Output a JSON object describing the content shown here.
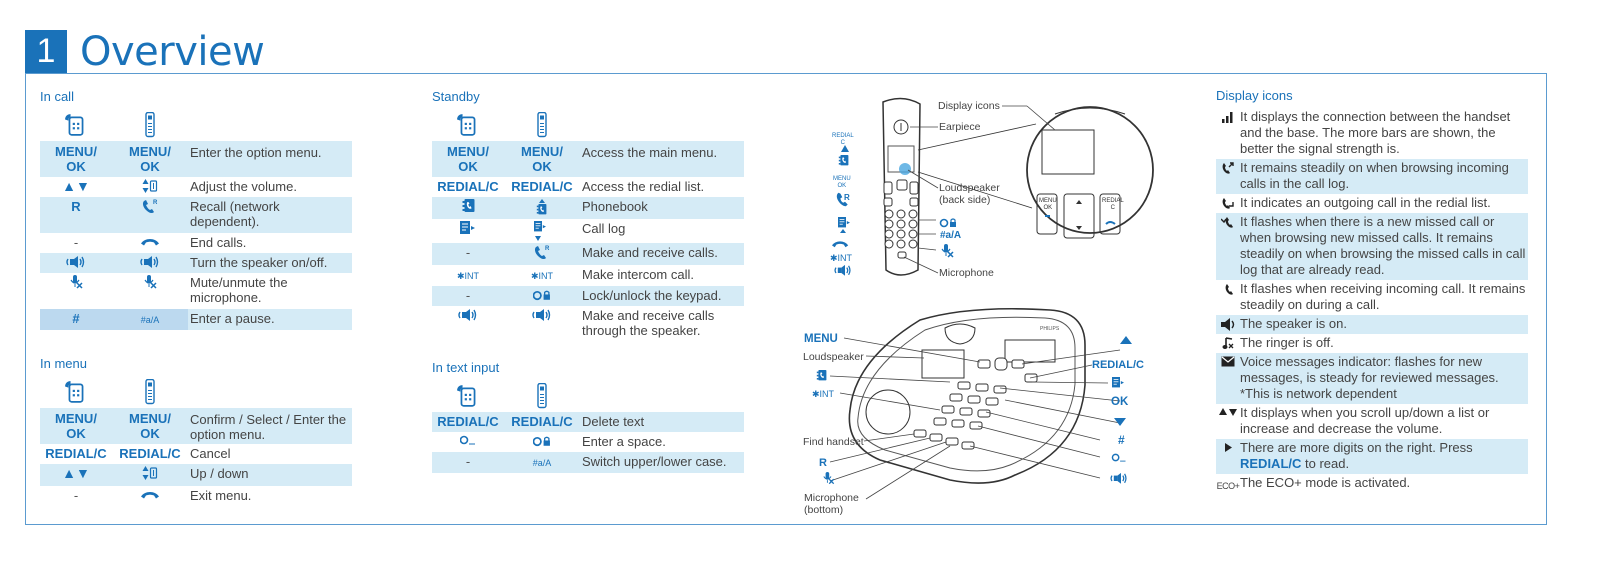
{
  "header": {
    "number": "1",
    "title": "Overview"
  },
  "in_call": {
    "title": "In call",
    "rows": [
      {
        "k1": "MENU/\nOK",
        "k2": "MENU/\nOK",
        "desc": "Enter the option menu.",
        "shade": true
      },
      {
        "k1": "▲▼",
        "k2": "",
        "desc": "Adjust the volume.",
        "shade": false
      },
      {
        "k1": "R",
        "k2": "",
        "desc": "Recall (network dependent).",
        "shade": true
      },
      {
        "k1": "-",
        "k2": "",
        "desc": "End calls.",
        "shade": false
      },
      {
        "k1": "",
        "k2": "",
        "desc": "Turn the speaker on/off.",
        "shade": true
      },
      {
        "k1": "",
        "k2": "",
        "desc": "Mute/unmute the microphone.",
        "shade": false
      },
      {
        "k1": "#",
        "k2": "#a/A",
        "desc": "Enter a pause.",
        "shade": true
      }
    ]
  },
  "in_menu": {
    "title": "In menu",
    "rows": [
      {
        "k1": "MENU/\nOK",
        "k2": "MENU/\nOK",
        "desc": "Confirm / Select / Enter the option menu.",
        "shade": true
      },
      {
        "k1": "REDIAL/C",
        "k2": "REDIAL/C",
        "desc": "Cancel",
        "shade": false
      },
      {
        "k1": "▲▼",
        "k2": "",
        "desc": "Up / down",
        "shade": true
      },
      {
        "k1": "-",
        "k2": "",
        "desc": "Exit menu.",
        "shade": false
      }
    ]
  },
  "standby": {
    "title": "Standby",
    "rows": [
      {
        "k1": "MENU/\nOK",
        "k2": "MENU/\nOK",
        "desc": "Access the main menu.",
        "shade": true
      },
      {
        "k1": "REDIAL/C",
        "k2": "REDIAL/C",
        "desc": "Access the redial list.",
        "shade": false
      },
      {
        "k1": "",
        "k2": "",
        "desc": "Phonebook",
        "shade": true
      },
      {
        "k1": "",
        "k2": "",
        "desc": "Call log",
        "shade": false
      },
      {
        "k1": "-",
        "k2": "",
        "desc": "Make and receive calls.",
        "shade": true
      },
      {
        "k1": "✱INT",
        "k2": "✱INT",
        "desc": "Make intercom call.",
        "shade": false
      },
      {
        "k1": "-",
        "k2": "",
        "desc": "Lock/unlock the keypad.",
        "shade": true
      },
      {
        "k1": "",
        "k2": "",
        "desc": "Make and receive calls through the speaker.",
        "shade": false
      }
    ]
  },
  "text_input": {
    "title": "In text input",
    "rows": [
      {
        "k1": "REDIAL/C",
        "k2": "REDIAL/C",
        "desc": "Delete text",
        "shade": true
      },
      {
        "k1": "",
        "k2": "",
        "desc": "Enter a space.",
        "shade": false
      },
      {
        "k1": "-",
        "k2": "#a/A",
        "desc": "Switch upper/lower case.",
        "shade": true
      }
    ]
  },
  "handset_labels": {
    "display_icons": "Display icons",
    "earpiece": "Earpiece",
    "loudspeaker_back": "Loudspeaker\n(back side)",
    "microphone": "Microphone",
    "redial": "REDIAL\nC",
    "menu_ok": "MENU\nOK",
    "r": "R",
    "int": "✱INT",
    "hash": "#a/A",
    "zoom_menu_ok": "MENU\nOK",
    "zoom_redial_c": "REDIAL\nC"
  },
  "base_labels": {
    "menu": "MENU",
    "loudspeaker": "Loudspeaker",
    "int": "✱INT",
    "find_handset": "Find handset",
    "r": "R",
    "microphone": "Microphone\n(bottom)",
    "redial_c": "REDIAL/C",
    "ok": "OK",
    "hash": "#",
    "brand": "PHILIPS"
  },
  "display_icons": {
    "title": "Display icons",
    "items": [
      {
        "icon": "signal-icon",
        "text": "It displays the connection between the handset and the base. The more bars are shown, the better the signal strength is.",
        "shade": false
      },
      {
        "icon": "incoming-call-icon",
        "text": "It remains steadily on when browsing incoming calls in the call log.",
        "shade": true
      },
      {
        "icon": "outgoing-call-icon",
        "text": "It indicates an outgoing call in the redial list.",
        "shade": false
      },
      {
        "icon": "missed-call-icon",
        "text": "It flashes when there is a new missed call or when browsing new missed calls. It remains steadily on when browsing the missed calls in call log that are already read.",
        "shade": true
      },
      {
        "icon": "handset-icon",
        "text": "It flashes when receiving incoming call. It remains steadily on during a call.",
        "shade": false
      },
      {
        "icon": "speaker-icon",
        "text": "The speaker is on.",
        "shade": true
      },
      {
        "icon": "ringer-off-icon",
        "text": "The ringer is off.",
        "shade": false
      },
      {
        "icon": "envelope-icon",
        "text": "Voice messages indicator: flashes for new messages, is steady for reviewed messages.\n*This is network dependent",
        "shade": true
      },
      {
        "icon": "up-down-icon",
        "text": "It displays when you scroll up/down a list or increase and decrease the volume.",
        "shade": false
      },
      {
        "icon": "right-arrow-icon",
        "text": "There are more digits on the right. Press",
        "bold": "REDIAL/C",
        "tail": " to read.",
        "shade": true
      },
      {
        "icon": "eco-icon",
        "icon_text": "ECO+",
        "text": "The ECO+ mode is activated.",
        "shade": false
      }
    ]
  },
  "colors": {
    "accent": "#1a72b9",
    "shade": "#d5ebf6"
  }
}
